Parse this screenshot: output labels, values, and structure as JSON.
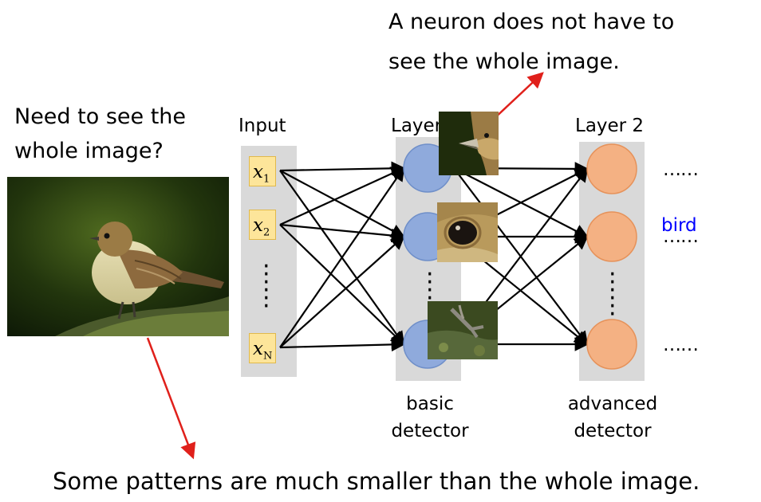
{
  "top_note": [
    "A neuron does not have to",
    "see the whole image."
  ],
  "left_question": [
    "Need to see the",
    "whole image?"
  ],
  "input_label": "Input",
  "layer1_label": "Layer 1",
  "layer2_label": "Layer 2",
  "inputs": [
    {
      "symbol": "x",
      "sub": "1"
    },
    {
      "symbol": "x",
      "sub": "2"
    },
    {
      "symbol": "x",
      "sub": "N"
    }
  ],
  "basic_detector": [
    "basic",
    "detector"
  ],
  "advanced_detector": [
    "advanced",
    "detector"
  ],
  "ellipsis_top": "……",
  "ellipsis_mid": "……",
  "ellipsis_bottom": "……",
  "bird_label": "bird",
  "bottom_note": "Some patterns are much smaller than the whole image.",
  "colors": {
    "layer1_node": "#8faadc",
    "layer2_node": "#f4b183",
    "arrow_red": "#e0201b",
    "bird_text": "#0000ff",
    "panel": "#d9d9d9",
    "input_box": "#fde59a"
  }
}
